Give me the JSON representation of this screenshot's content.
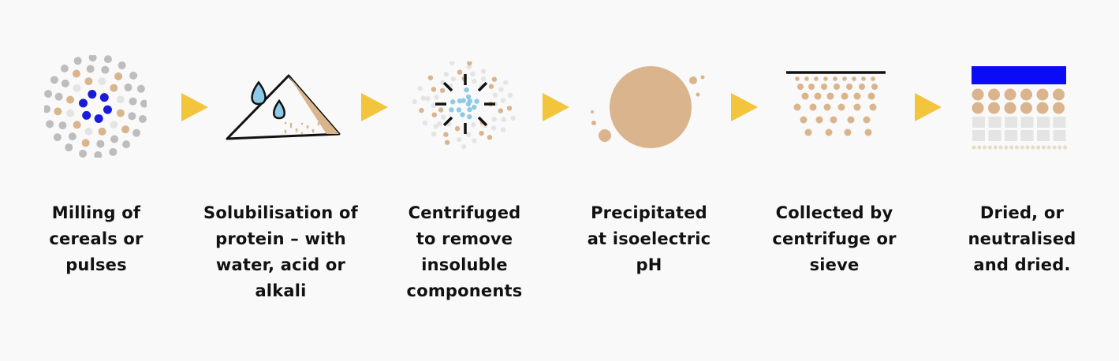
{
  "colors": {
    "background": "#f9f9f9",
    "arrow": "#f2c53d",
    "tan": "#d9b48c",
    "grey": "#bdbdbd",
    "light_grey": "#e4e4e4",
    "blue_dot": "#1a1adb",
    "blue_band": "#0b0bf5",
    "light_blue": "#8fc9e8",
    "black": "#111111"
  },
  "steps": [
    {
      "icon": "milling-icon",
      "label_lines": [
        "Milling of",
        "cereals or",
        "pulses"
      ]
    },
    {
      "icon": "solubilisation-icon",
      "label_lines": [
        "Solubilisation of",
        "protein – with",
        "water, acid or",
        "alkali"
      ]
    },
    {
      "icon": "centrifuge-icon",
      "label_lines": [
        "Centrifuged",
        "to remove",
        "insoluble",
        "components"
      ]
    },
    {
      "icon": "precipitate-icon",
      "label_lines": [
        "Precipitated",
        "at isoelectric",
        "pH"
      ]
    },
    {
      "icon": "sieve-icon",
      "label_lines": [
        "Collected by",
        "centrifuge or",
        "sieve"
      ]
    },
    {
      "icon": "drying-icon",
      "label_lines": [
        "Dried, or",
        "neutralised",
        "and dried."
      ]
    }
  ]
}
